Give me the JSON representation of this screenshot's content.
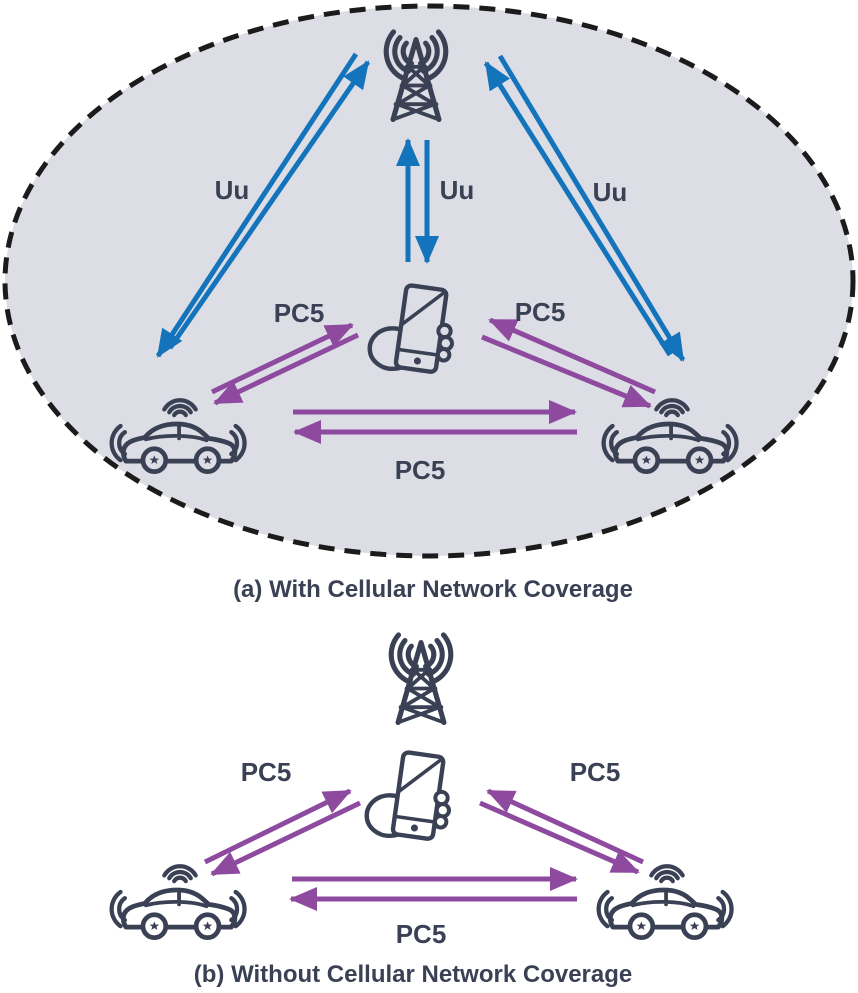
{
  "colors": {
    "canvas": "#ffffff",
    "coverage_fill": "#dcdde5",
    "dash_border": "#1b1b1b",
    "icon_dark": "#3a4154",
    "uu_link": "#1373bb",
    "pc5_link": "#8d4a9f"
  },
  "diagram_a": {
    "caption": "(a) With Cellular Network Coverage",
    "coverage_area": "cellular-coverage-ellipse",
    "nodes": {
      "base_station": {
        "icon": "base-station-icon"
      },
      "smartphone": {
        "icon": "smartphone-in-hand-icon"
      },
      "vehicle_left": {
        "icon": "connected-car-icon"
      },
      "vehicle_right": {
        "icon": "connected-car-icon"
      }
    },
    "labels": {
      "uu_left": "Uu",
      "uu_center": "Uu",
      "uu_right": "Uu",
      "pc5_left": "PC5",
      "pc5_right": "PC5",
      "pc5_bottom": "PC5"
    }
  },
  "diagram_b": {
    "caption": "(b) Without Cellular Network Coverage",
    "nodes": {
      "base_station": {
        "icon": "base-station-icon"
      },
      "smartphone": {
        "icon": "smartphone-in-hand-icon"
      },
      "vehicle_left": {
        "icon": "connected-car-icon"
      },
      "vehicle_right": {
        "icon": "connected-car-icon"
      }
    },
    "labels": {
      "pc5_left": "PC5",
      "pc5_right": "PC5",
      "pc5_bottom": "PC5"
    }
  }
}
